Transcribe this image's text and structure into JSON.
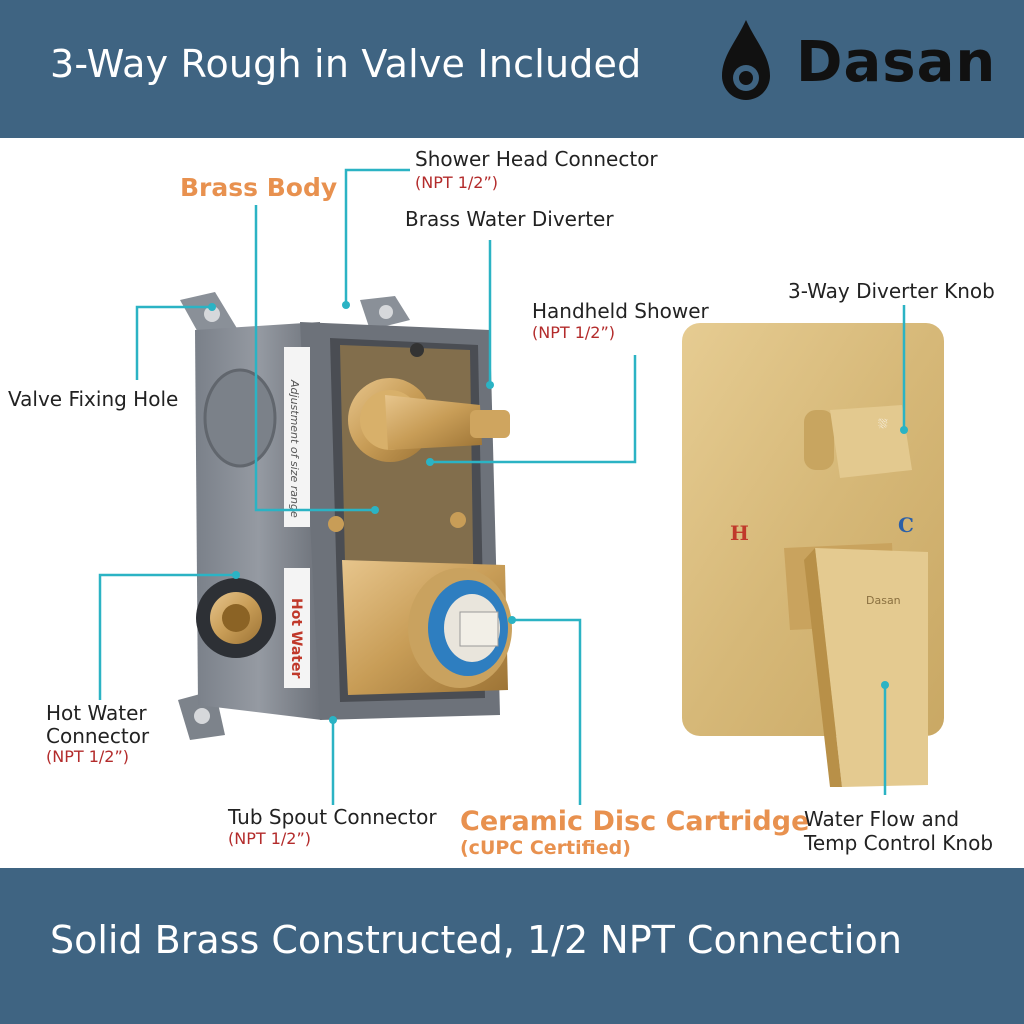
{
  "header": {
    "title": "3-Way Rough in Valve Included",
    "brand": "Dasan"
  },
  "footer": {
    "title": "Solid Brass Constructed, 1/2 NPT Connection"
  },
  "labels": {
    "shower_head_connector": "Shower Head Connector",
    "shower_head_npt": "(NPT 1/2”)",
    "brass_body": "Brass Body",
    "brass_water_diverter": "Brass Water Diverter",
    "handheld_shower": "Handheld Shower",
    "handheld_npt": "(NPT 1/2”)",
    "three_way_knob": "3-Way Diverter Knob",
    "valve_fixing_hole": "Valve Fixing Hole",
    "hot_water_connector_1": "Hot Water",
    "hot_water_connector_2": "Connector",
    "hot_water_npt": "(NPT 1/2”)",
    "tub_spout_connector": "Tub Spout Connector",
    "tub_spout_npt": "(NPT 1/2”)",
    "ceramic_cartridge": "Ceramic Disc Cartridge",
    "cupc": "(cUPC Certified)",
    "water_flow_1": "Water Flow and",
    "water_flow_2": "Temp Control Knob"
  },
  "product_marks": {
    "valve_sticker": "Adjustment of size range",
    "hot_water_sticker": "Hot Water",
    "hot_mark": "H",
    "cold_mark": "C",
    "handle_logo": "Dasan"
  },
  "colors": {
    "banner": "#3f6482",
    "callout_line": "#2bb3c4",
    "accent_orange": "#e8914f",
    "npt_red": "#b32b2b",
    "brushed_gold": "#d8b877"
  }
}
